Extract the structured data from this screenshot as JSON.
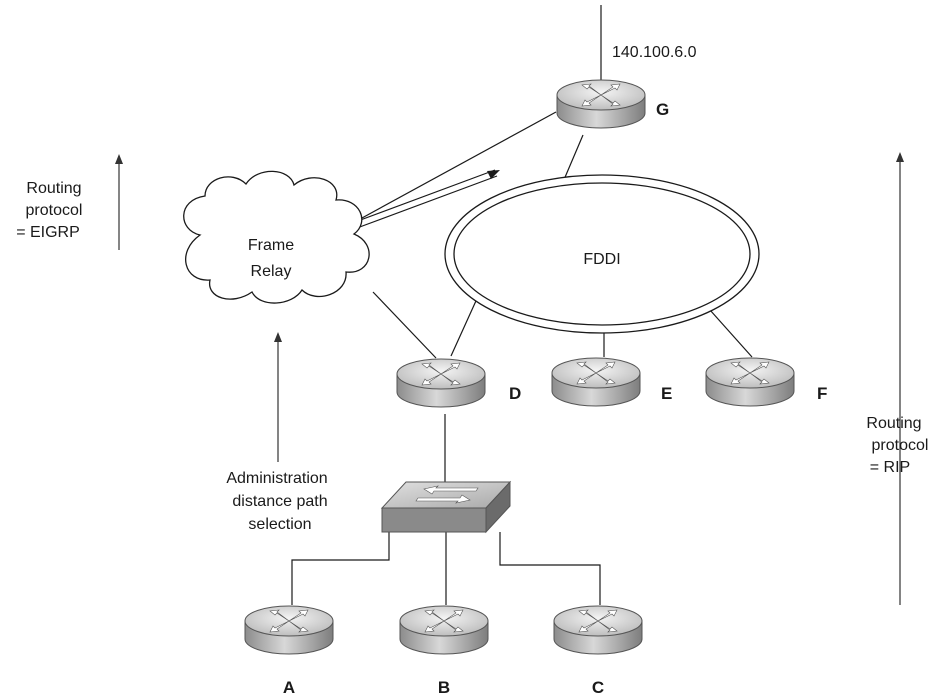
{
  "network": {
    "label": "140.100.6.0"
  },
  "routers": {
    "g": "G",
    "d": "D",
    "e": "E",
    "f": "F",
    "a": "A",
    "b": "B",
    "c": "C"
  },
  "frame_relay": {
    "line1": "Frame",
    "line2": "Relay"
  },
  "fddi": {
    "label": "FDDI"
  },
  "annotations": {
    "eigrp": [
      "Routing",
      "protocol",
      "= EIGRP"
    ],
    "rip": [
      "Routing",
      "protocol",
      "= RIP"
    ],
    "admin": [
      "Administration",
      "distance path",
      "selection"
    ]
  },
  "colors": {
    "router_top": "#e6e6e6",
    "router_side": "#a8a8a8",
    "switch_top": "#d0d0d0",
    "switch_side": "#7a7a7a"
  }
}
